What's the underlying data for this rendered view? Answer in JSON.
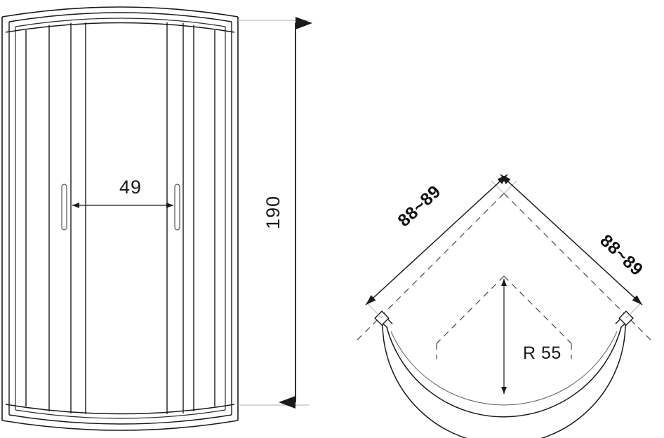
{
  "drawing": {
    "type": "technical-drawing",
    "subject": "quarter-round sliding-door shower enclosure",
    "views": [
      {
        "id": "elevation",
        "name": "front-elevation-view"
      },
      {
        "id": "plan",
        "name": "top-plan-view"
      }
    ],
    "colors": {
      "outline": "#1a1a1a",
      "thin_line": "#3a3a3a",
      "extension_line": "#b0b0b0",
      "dimension_line": "#4a4a4a",
      "dashed_line": "#555555",
      "background": "#ffffff",
      "text": "#111111"
    }
  },
  "elevation": {
    "dimensions": {
      "door_opening": {
        "label": "49",
        "name": "door-opening-width"
      },
      "height": {
        "label": "190",
        "name": "enclosure-height"
      }
    },
    "parts": {
      "handle_left": "door-handle-left",
      "handle_right": "door-handle-right",
      "frame": "enclosure-frame",
      "glass_panels": "glass-panels"
    }
  },
  "plan": {
    "dimensions": {
      "side_left": {
        "label": "88~89",
        "name": "side-width-left"
      },
      "side_right": {
        "label": "88~89",
        "name": "side-width-right"
      },
      "radius": {
        "label": "R 55",
        "name": "corner-radius"
      }
    },
    "parts": {
      "arc": "quarter-round-arc",
      "wall_left": "wall-line-left",
      "wall_right": "wall-line-right",
      "corner_square_left": "wall-profile-end-left",
      "corner_square_right": "wall-profile-end-right"
    }
  }
}
